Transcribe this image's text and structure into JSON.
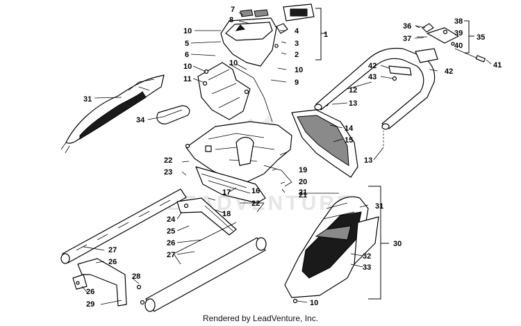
{
  "watermark": "LEADVENTURE",
  "footer": "Rendered by LeadVenture, Inc.",
  "callouts": [
    "1",
    "2",
    "3",
    "4",
    "5",
    "6",
    "7",
    "8",
    "9",
    "10",
    "11",
    "12",
    "13",
    "14",
    "15",
    "16",
    "17",
    "18",
    "19",
    "20",
    "21",
    "22",
    "23",
    "24",
    "25",
    "26",
    "27",
    "28",
    "29",
    "30",
    "31",
    "32",
    "33",
    "34",
    "35",
    "36",
    "37",
    "38",
    "39",
    "40",
    "41",
    "42",
    "43"
  ],
  "colors": {
    "line": "#000000",
    "background": "#ffffff",
    "watermark": "#e6e6e6"
  }
}
